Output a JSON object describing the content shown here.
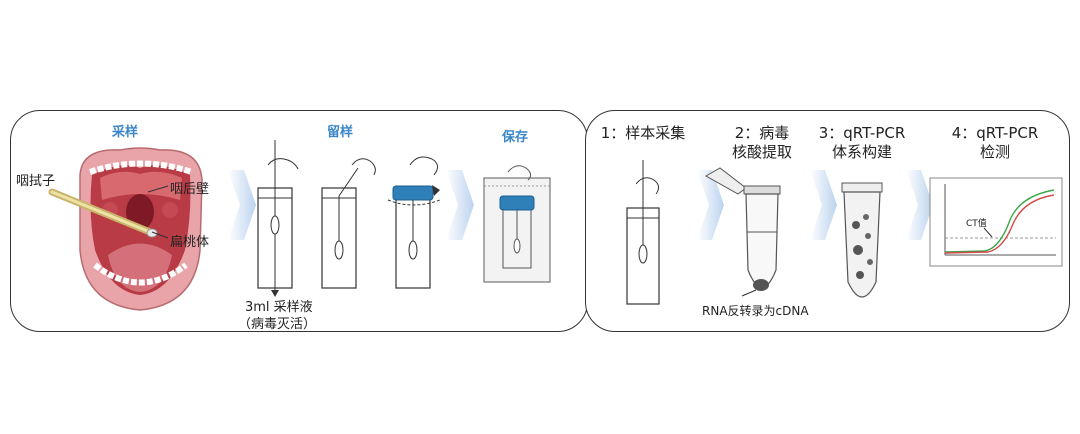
{
  "left_panel": {
    "sections": {
      "sampling": "采样",
      "retention": "留样",
      "preservation": "保存"
    },
    "mouth_labels": {
      "swab": "咽拭子",
      "pharynx_wall": "咽后壁",
      "tonsil": "扁桃体"
    },
    "tube_note": {
      "line1": "3ml 采样液",
      "line2": "（病毒灭活）"
    }
  },
  "right_panel": {
    "steps": [
      {
        "line1": "1：样本采集",
        "line2": ""
      },
      {
        "line1": "2：病毒",
        "line2": "核酸提取"
      },
      {
        "line1": "3：qRT-PCR",
        "line2": "体系构建"
      },
      {
        "line1": "4：qRT-PCR",
        "line2": "检测"
      }
    ],
    "rna_note": "RNA反转录为cDNA",
    "ct_label": "CT值"
  },
  "colors": {
    "accent_blue": "#3a86c8",
    "cap_blue": "#2f7fb8",
    "arrow_blue": "#cfe0f4"
  }
}
